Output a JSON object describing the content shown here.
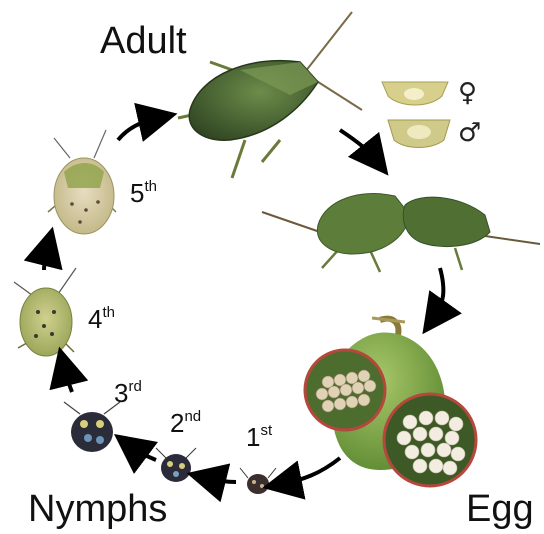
{
  "labels": {
    "adult": "Adult",
    "egg": "Egg",
    "nymphs": "Nymphs",
    "female_symbol": "♀",
    "male_symbol": "♂"
  },
  "instars": [
    {
      "num": "1",
      "suffix": "st"
    },
    {
      "num": "2",
      "suffix": "nd"
    },
    {
      "num": "3",
      "suffix": "rd"
    },
    {
      "num": "4",
      "suffix": "th"
    },
    {
      "num": "5",
      "suffix": "th"
    }
  ],
  "colors": {
    "adult_body": "#3f5a2e",
    "adult_highlight": "#6d8c4a",
    "fruit": "#7fa84a",
    "egg": "#efe7d2",
    "inset_border": "#b5473c",
    "inset_bg": "#3d5a26",
    "nymph_dark": "#2a2c3a",
    "nymph_late": "#a7b36a",
    "arrow": "#000000"
  },
  "icons": {
    "adult": "stink-bug-adult-icon",
    "mating": "mating-pair-icon",
    "egg_mass": "egg-cluster-icon"
  }
}
